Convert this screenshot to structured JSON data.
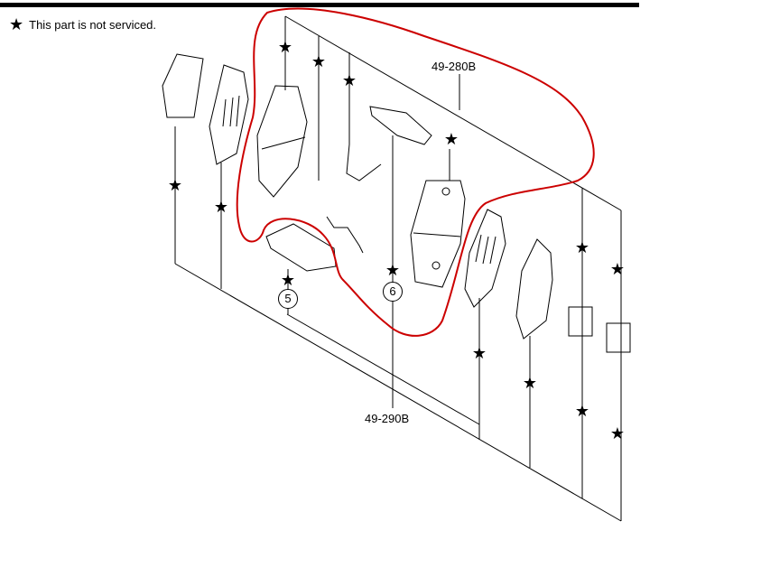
{
  "legend": {
    "symbol": "★",
    "text": "This part is not serviced."
  },
  "labels": {
    "upper_kit": "49-280B",
    "lower_kit": "49-290B",
    "callout_5": "5",
    "callout_6": "6"
  },
  "star_symbol": "★",
  "highlight_color": "#cc0000"
}
